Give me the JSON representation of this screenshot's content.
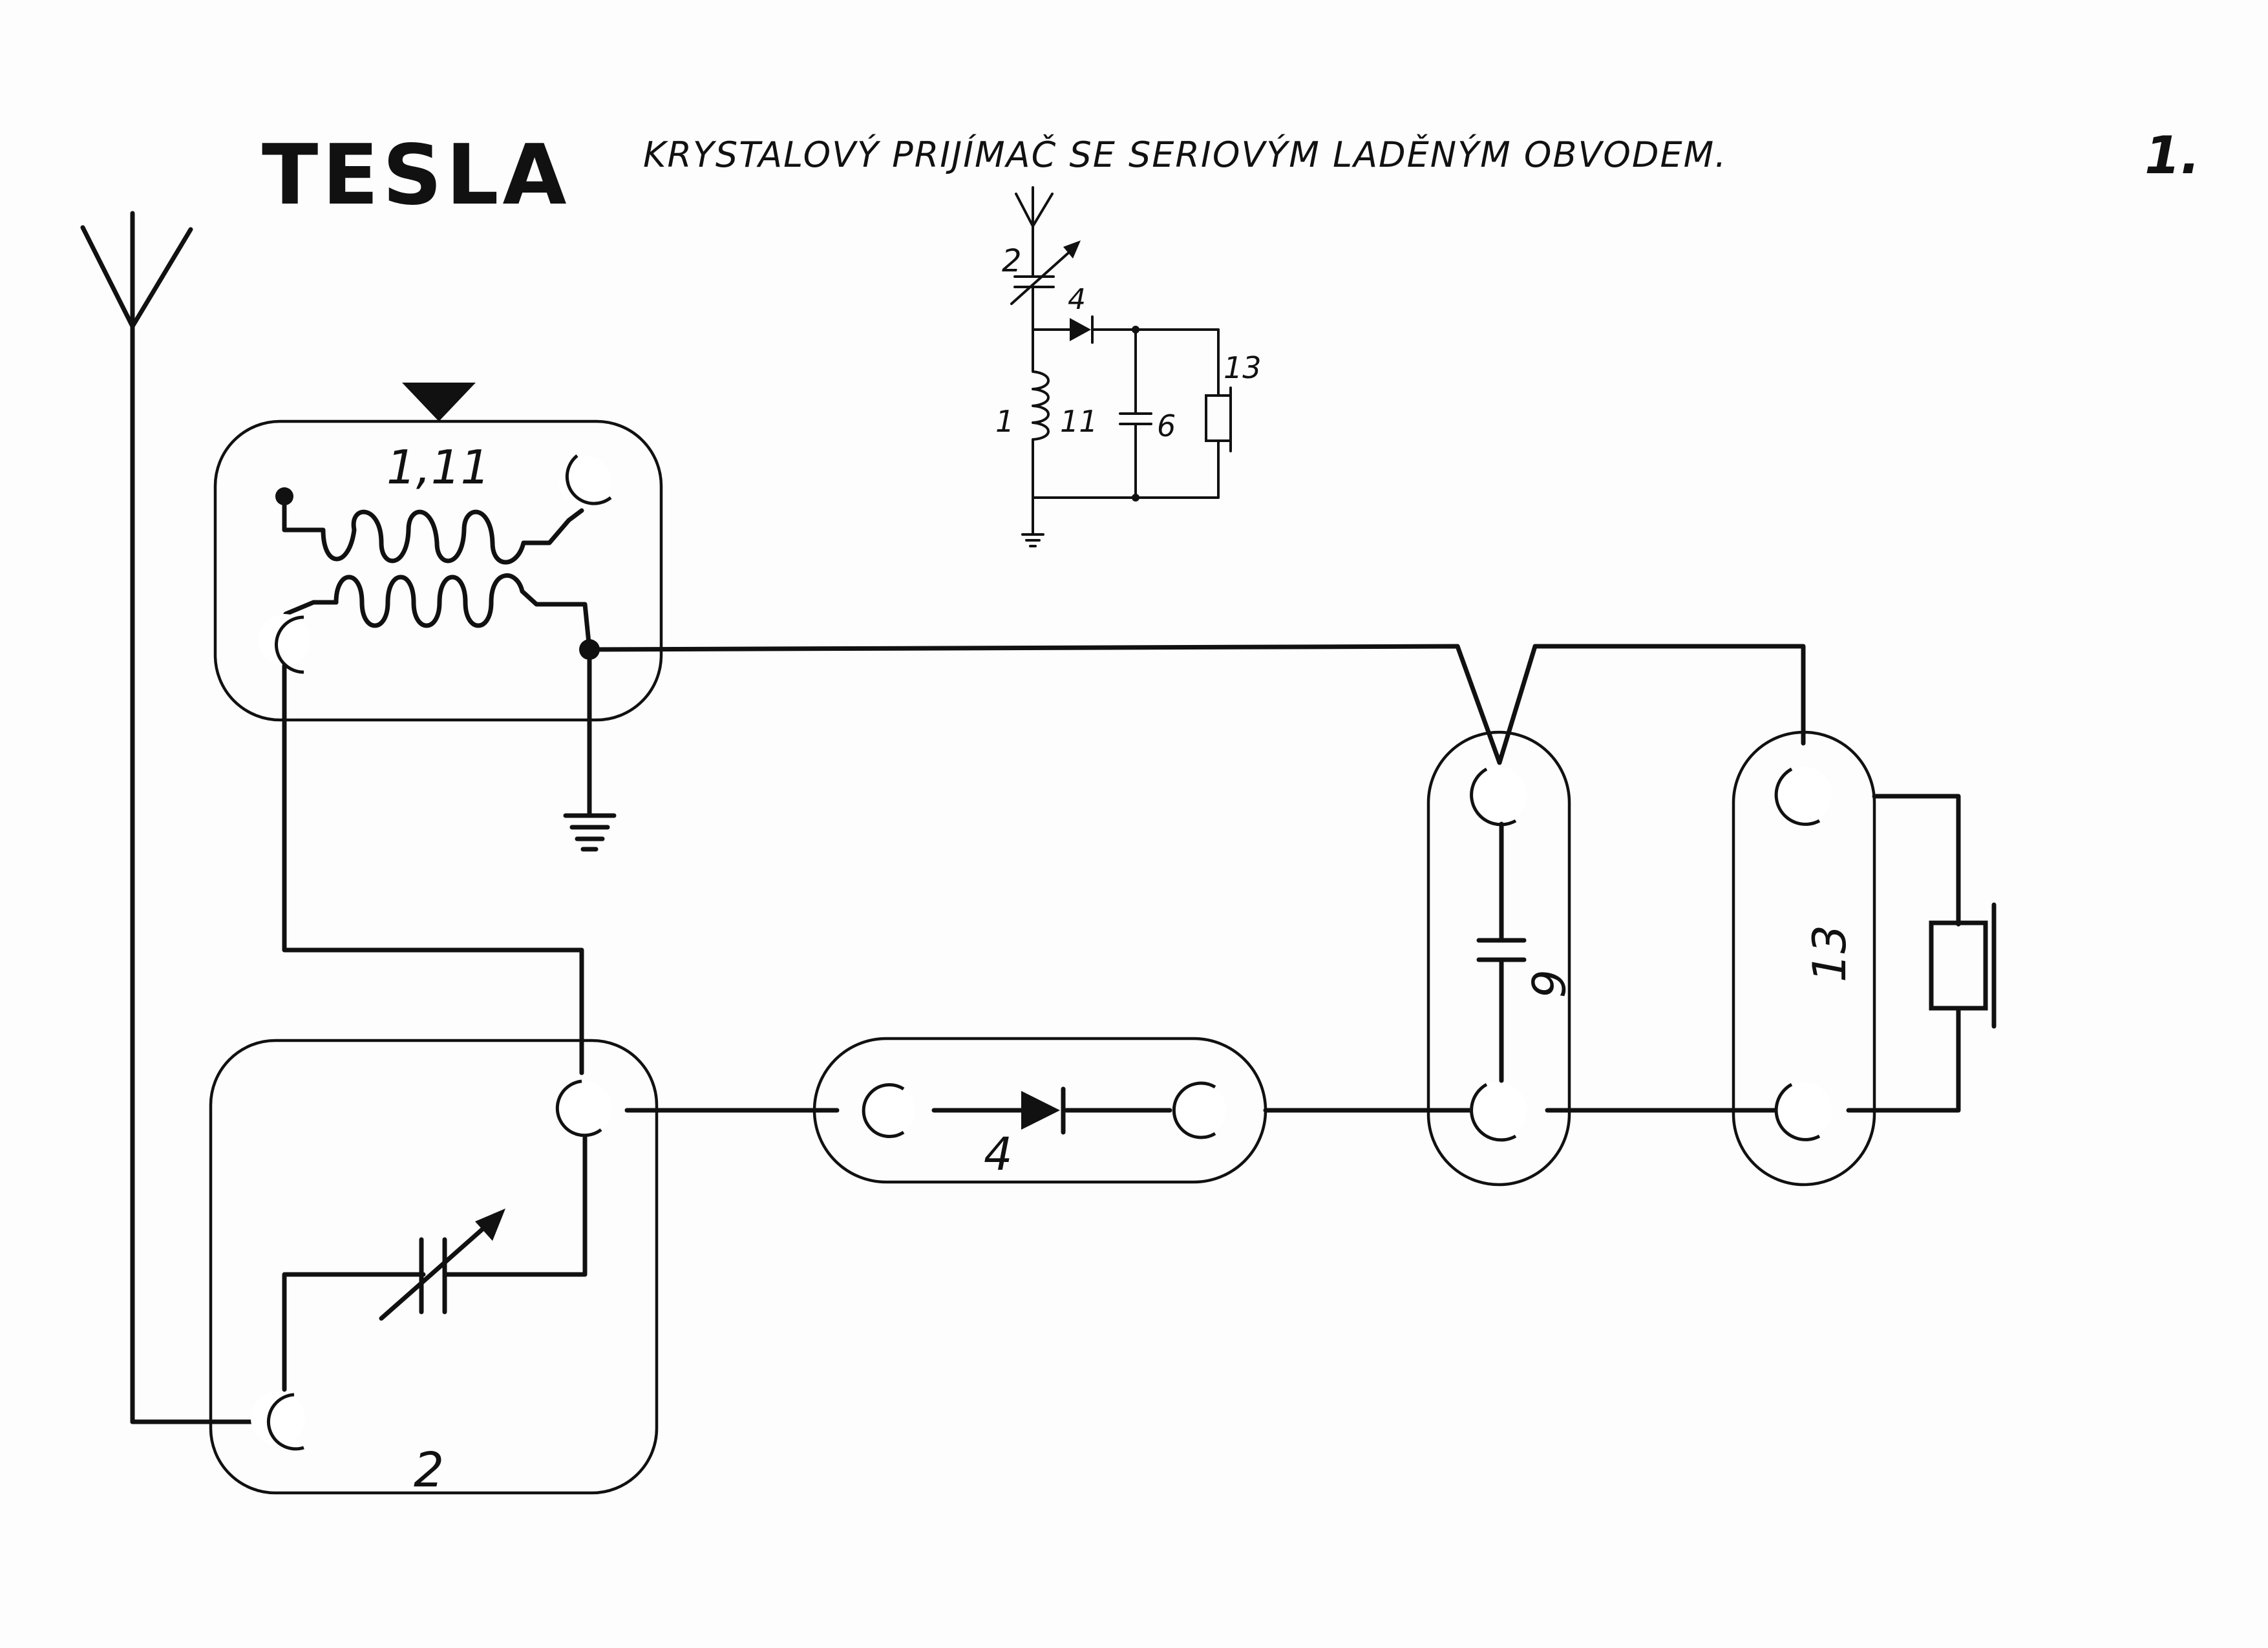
{
  "header": {
    "brand": "TESLA",
    "title": "KRYSTALOVÝ PRIJÍMAČ SE SERIOVÝM LADĚNÝM OBVODEM.",
    "sheet_number": "1."
  },
  "pictorial": {
    "coil_module_label": "1,11",
    "capacitor_module_label": "2",
    "diode_module_label": "4",
    "fixed_capacitor_label": "6",
    "earphone_label": "13"
  },
  "schematic": {
    "tuning_cap_label": "2",
    "diode_label": "4",
    "coil_label_a": "1",
    "coil_label_b": "11",
    "capacitor_label": "6",
    "earphone_label": "13"
  }
}
